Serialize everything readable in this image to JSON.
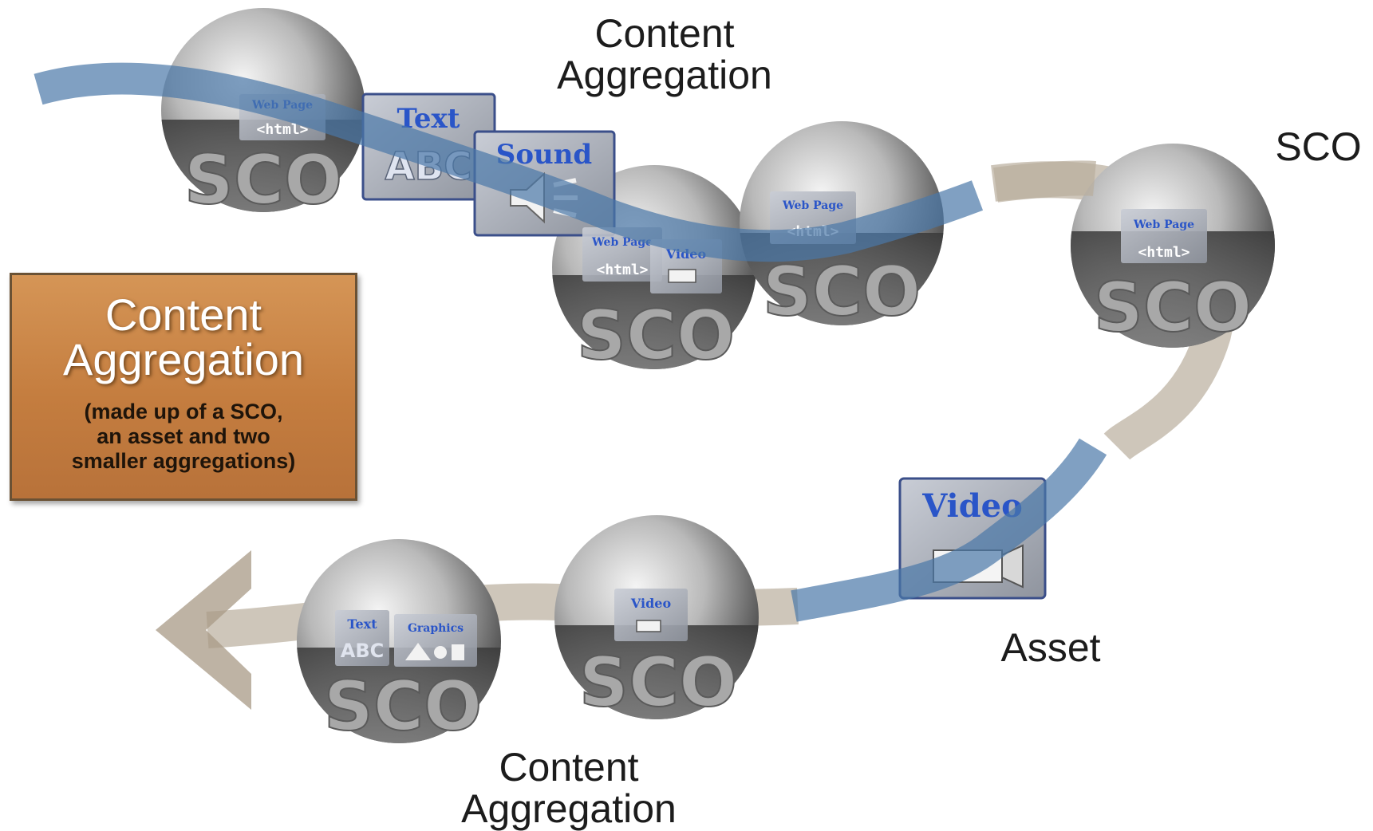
{
  "labels": {
    "top_aggregation": [
      "Content",
      "Aggregation"
    ],
    "sco": "SCO",
    "asset": "Asset",
    "bottom_aggregation": [
      "Content",
      "Aggregation"
    ]
  },
  "box": {
    "title": [
      "Content",
      "Aggregation"
    ],
    "note": [
      "(made up of a SCO,",
      "an asset and two",
      "smaller aggregations)"
    ]
  },
  "sphere_text": "SCO",
  "tags": {
    "web_page": "Web Page",
    "html": "<html>",
    "text": "Text",
    "abc": "ABC",
    "sound": "Sound",
    "video": "Video",
    "graphics": "Graphics"
  },
  "colors": {
    "box_fill": "#c98446",
    "ribbon_blue": "#4a78a8",
    "ribbon_tan": "#b9ae9c",
    "tag_text_blue": "#2a55c8"
  }
}
